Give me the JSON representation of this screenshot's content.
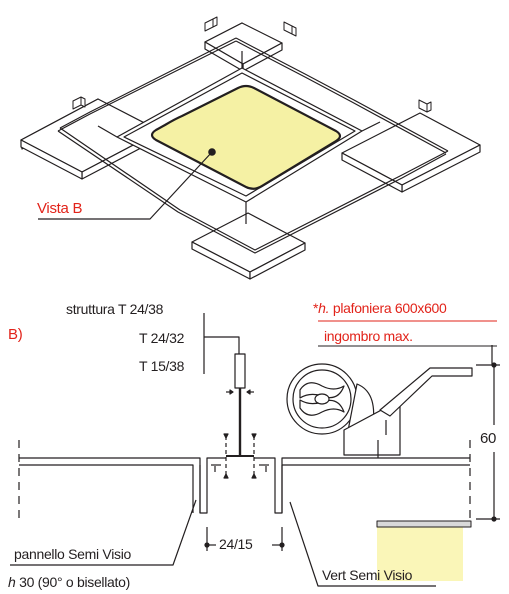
{
  "labels": {
    "vista_b": "Vista B",
    "section_b": "B)",
    "struttura": "struttura T 24/38",
    "t_24_32": "T 24/32",
    "t_15_38": "T 15/38",
    "asterisk": "*",
    "h_prefix": "h.",
    "plafoniera": "plafoniera 600x600",
    "ingombro": "ingombro max.",
    "dim_60": "60",
    "dim_24_15": "24/15",
    "pannello": "pannello Semi Visio",
    "h_letter": "h",
    "h30": "30 (90° o bisellato)",
    "vert": "Vert Semi Visio"
  },
  "colors": {
    "line": "#231f20",
    "accent_red": "#e2231a",
    "lamp_fill": "#f5f1a4",
    "glow": "#f6ee7e",
    "grey_part": "#d9d9d9"
  }
}
